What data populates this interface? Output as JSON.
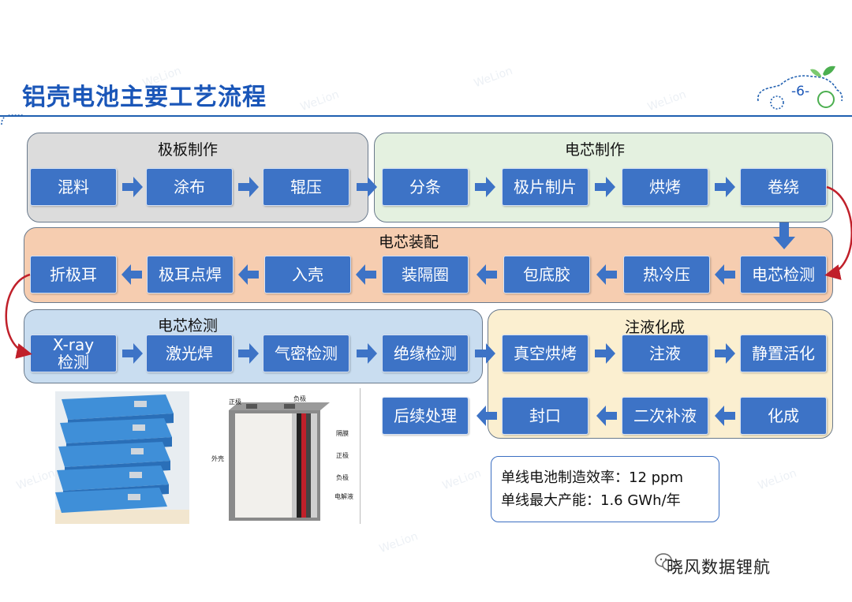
{
  "title": "铝壳电池主要工艺流程",
  "page_number": "-6-",
  "panels": {
    "electrode": "极板制作",
    "cell_make": "电芯制作",
    "cell_assembly": "电芯装配",
    "cell_test": "电芯检测",
    "injection": "注液化成"
  },
  "steps": {
    "mixing": "混料",
    "coating": "涂布",
    "rolling": "辊压",
    "slitting": "分条",
    "tab_forming": "极片制片",
    "baking": "烘烤",
    "winding": "卷绕",
    "cell_inspection": "电芯检测",
    "hot_cold_press": "热冷压",
    "bottom_glue": "包底胶",
    "insulation_ring": "装隔圈",
    "casing": "入壳",
    "tab_welding": "极耳点焊",
    "fold_tab": "折极耳",
    "xray": "X-ray检测",
    "laser_weld": "激光焊",
    "air_tightness": "气密检测",
    "insulation_test": "绝缘检测",
    "vacuum_bake": "真空烘烤",
    "electrolyte_fill": "注液",
    "rest_activation": "静置活化",
    "formation": "化成",
    "second_fill": "二次补液",
    "sealing": "封口",
    "post_process": "后续处理"
  },
  "info": {
    "line1": "单线电池制造效率：12 ppm",
    "line2": "单线最大产能：1.6 GWh/年"
  },
  "diagram_labels": {
    "positive_top": "正极",
    "negative_top": "负极",
    "separator": "隔膜",
    "positive": "正极",
    "negative": "负极",
    "electrolyte": "电解液",
    "shell": "外壳"
  },
  "watermark": "WeLion",
  "footer": "晓风数据锂航",
  "colors": {
    "box": "#3d73c6",
    "arrow": "#3d73c6",
    "title": "#1a56b8",
    "panel_gray": "#dcdcdc",
    "panel_green": "#e4f1e0",
    "panel_orange": "#f6cdb0",
    "panel_blue": "#c9ddf0",
    "panel_yellow": "#fbefd0",
    "connector_red": "#c0202a"
  }
}
